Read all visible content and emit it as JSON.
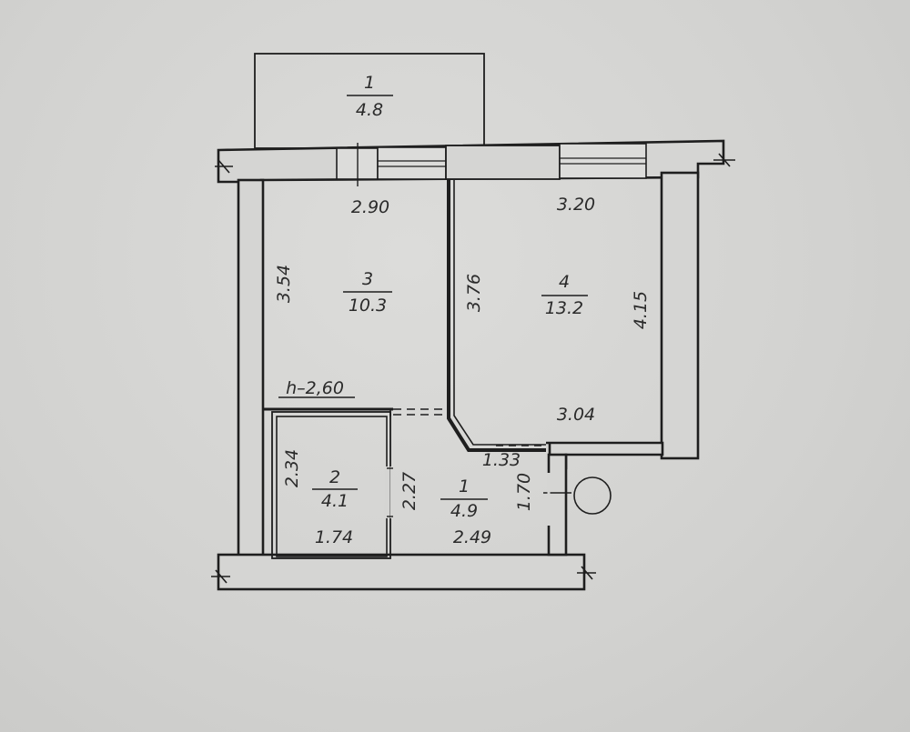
{
  "rooms": [
    {
      "number": "1",
      "area": "4.8"
    },
    {
      "number": "3",
      "area": "10.3"
    },
    {
      "number": "4",
      "area": "13.2"
    },
    {
      "number": "2",
      "area": "4.1"
    },
    {
      "number": "1",
      "area": "4.9"
    }
  ],
  "dimensions": {
    "room3_width": "2.90",
    "room3_height": "3.54",
    "room4_width_top": "3.20",
    "room4_left_height": "3.76",
    "room4_right_height": "4.15",
    "room4_width_bottom": "3.04",
    "corridor_opening": "1.33",
    "entry_height": "1.70",
    "room2_height": "2.34",
    "room2_width": "1.74",
    "hall_height": "2.27",
    "hall_width": "2.49"
  },
  "ceiling_height": "h–2,60",
  "colors": {
    "paper": "#d3d3d1",
    "ink": "#1e1e1e"
  }
}
